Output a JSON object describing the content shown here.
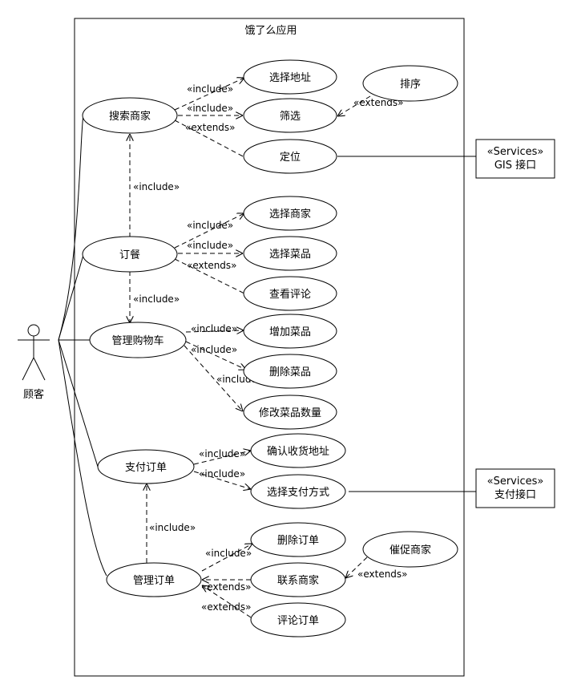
{
  "diagram": {
    "title": "饿了么应用",
    "actor": "顾客",
    "use_cases": {
      "search": "搜索商家",
      "choose_addr": "选择地址",
      "filter": "筛选",
      "sort": "排序",
      "locate": "定位",
      "order": "订餐",
      "choose_shop": "选择商家",
      "choose_dish": "选择菜品",
      "view_review": "查看评论",
      "cart": "管理购物车",
      "add_dish": "增加菜品",
      "del_dish": "删除菜品",
      "mod_qty": "修改菜品数量",
      "pay": "支付订单",
      "confirm_addr": "确认收货地址",
      "pay_method": "选择支付方式",
      "manage_order": "管理订单",
      "del_order": "删除订单",
      "contact": "联系商家",
      "urge": "催促商家",
      "review_order": "评论订单"
    },
    "services": {
      "gis_stereo": "«Services»",
      "gis_name": "GIS 接口",
      "pay_stereo": "«Services»",
      "pay_name": "支付接口"
    },
    "relations": {
      "include": "«include»",
      "extends": "«extends»"
    }
  }
}
